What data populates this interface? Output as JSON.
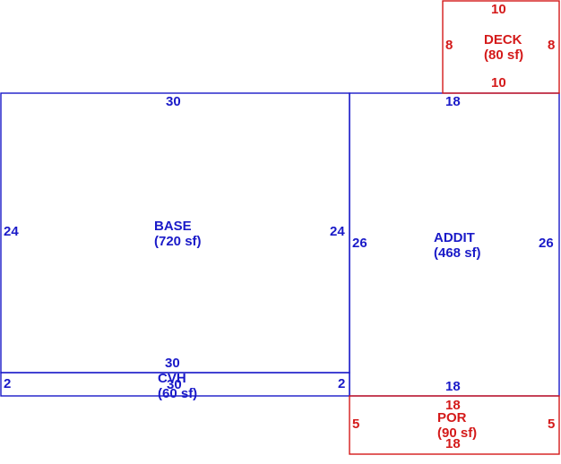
{
  "colors": {
    "blue_area": "#1a1ac8",
    "red_area": "#d41a1a",
    "background": "#ffffff"
  },
  "areas": {
    "base": {
      "name": "BASE",
      "area": "(720 sf)",
      "top": "30",
      "bottom": "30",
      "left": "24",
      "right": "24"
    },
    "addit": {
      "name": "ADDIT",
      "area": "(468 sf)",
      "top": "18",
      "bottom": "18",
      "left": "26",
      "right": "26"
    },
    "cvh": {
      "name": "CVH",
      "area": "(60 sf)",
      "top": "30",
      "left": "2",
      "right": "2"
    },
    "deck": {
      "name": "DECK",
      "area": "(80 sf)",
      "top": "10",
      "bottom": "10",
      "left": "8",
      "right": "8"
    },
    "por": {
      "name": "POR",
      "area": "(90 sf)",
      "top": "18",
      "bottom": "18",
      "left": "5",
      "right": "5"
    }
  }
}
